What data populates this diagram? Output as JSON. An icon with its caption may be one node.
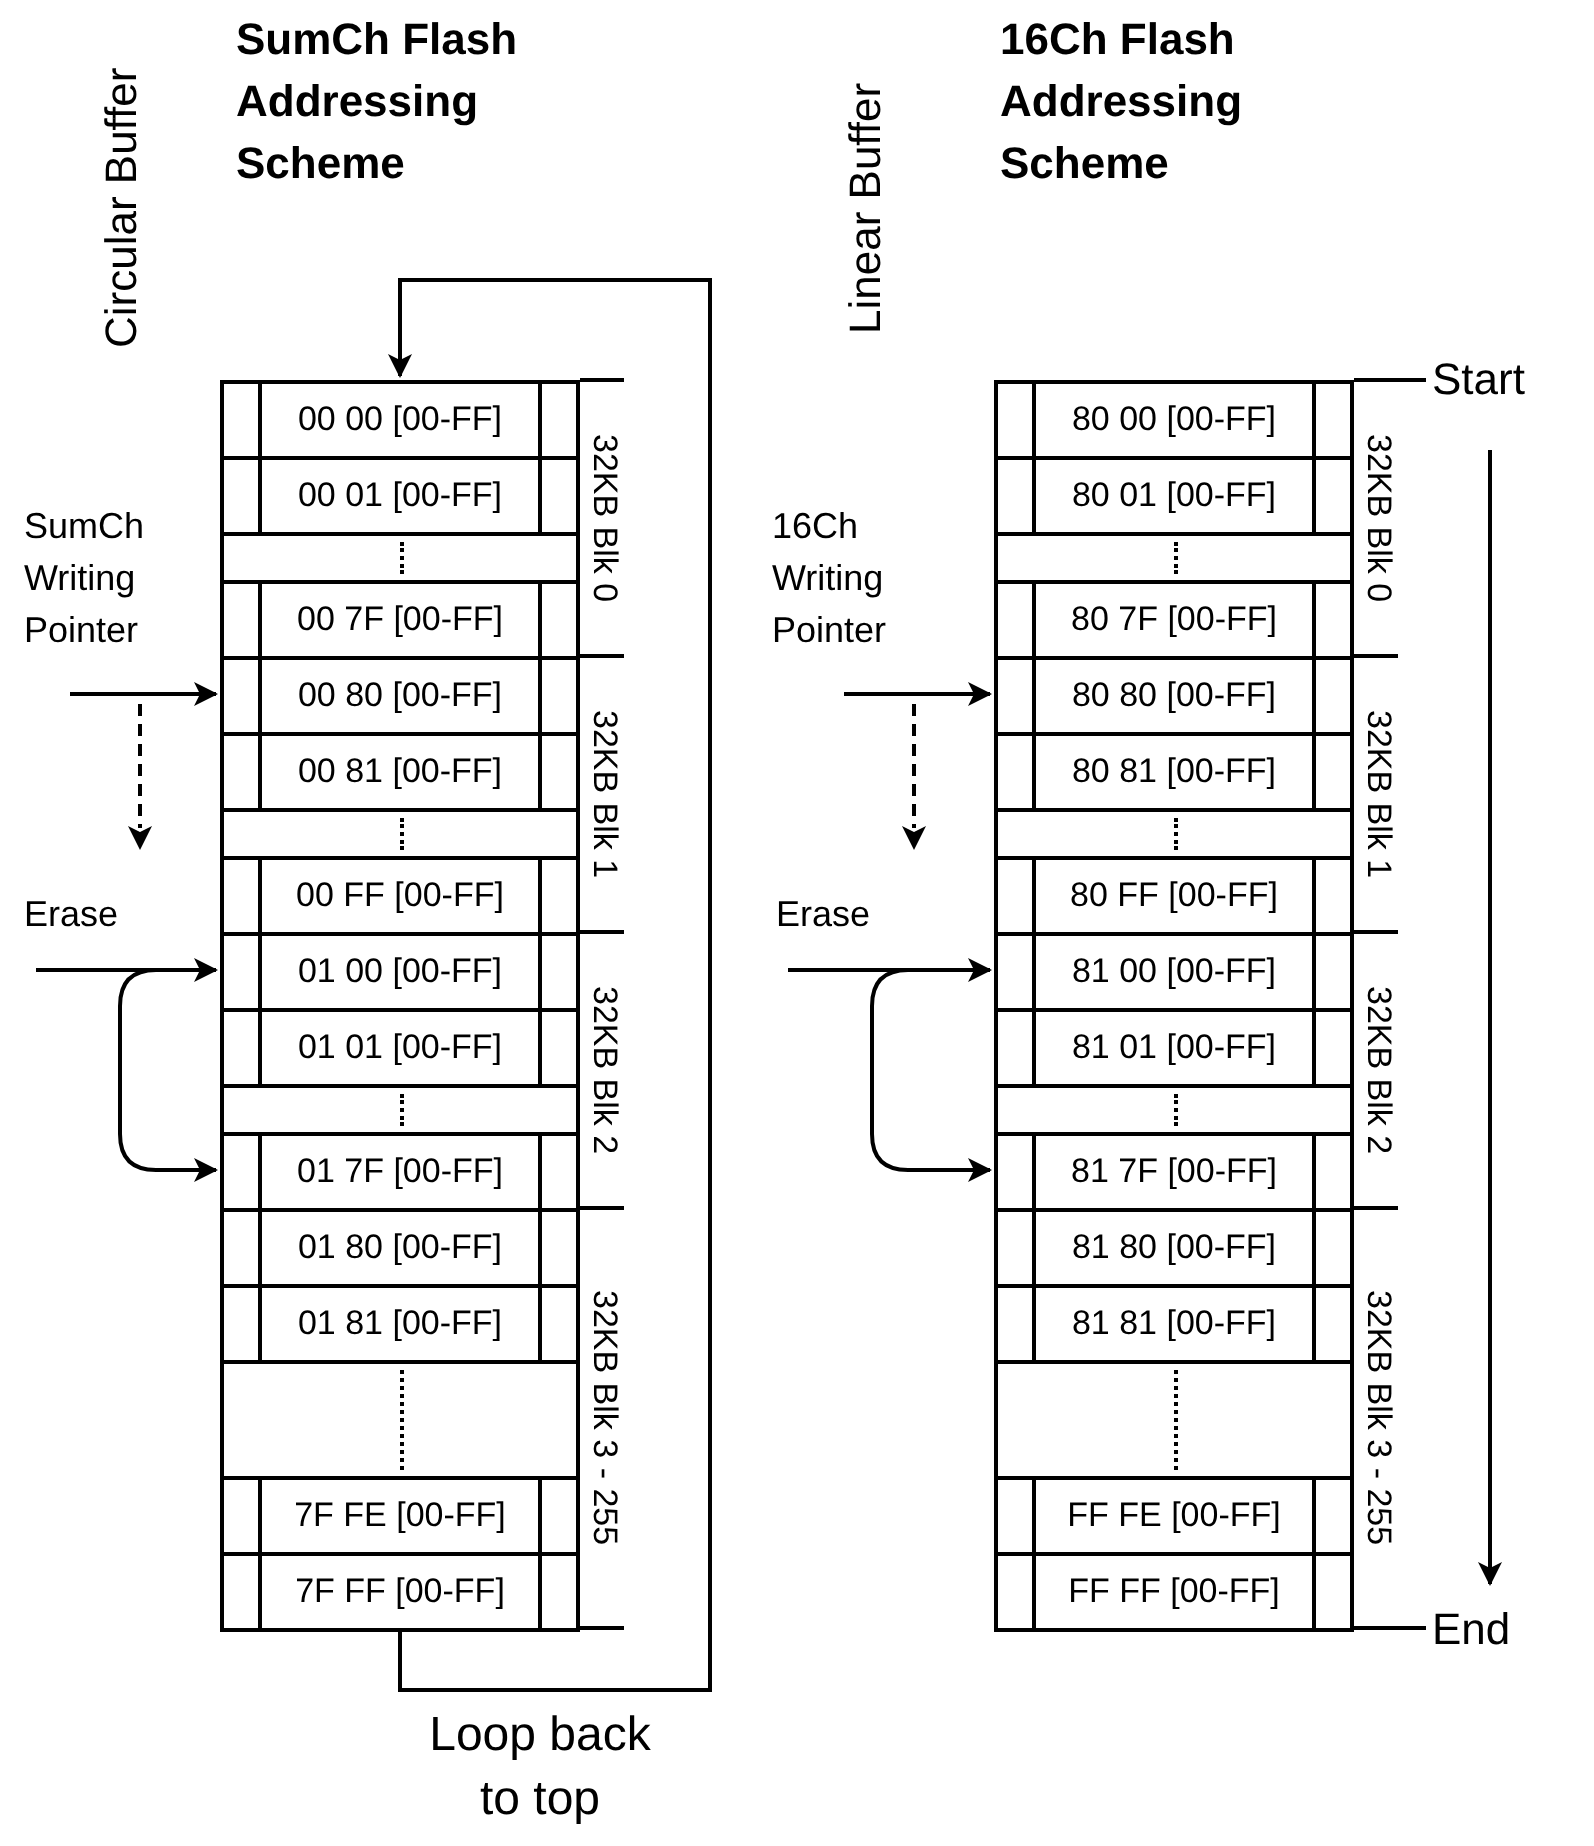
{
  "diagram": {
    "nodes": [
      {
        "text": [
          "SumCh Writing Pointer"
        ]
      },
      {
        "text": [
          "Erase"
        ]
      },
      {
        "text": [
          "00 00 [00-FF]"
        ]
      },
      {
        "text": [
          "00 01 [00-FF]"
        ]
      },
      {
        "text": [],
        "shape": "box"
      },
      {
        "text": [
          "00 7F [00-FF]"
        ]
      },
      {
        "text": [
          "00 80 [00-FF]"
        ]
      },
      {
        "text": [
          "00 81 [00-FF]"
        ]
      },
      {
        "text": [],
        "shape": "box"
      },
      {
        "text": [
          "00 FF [00-FF]"
        ]
      },
      {
        "text": [
          "01 00 [00-FF]"
        ]
      },
      {
        "text": [
          "01 01 [00-FF]"
        ]
      },
      {
        "text": [],
        "shape": "box"
      },
      {
        "text": [
          "01 7F [00-FF]"
        ]
      },
      {
        "text": [
          "01 80 [00-FF]"
        ]
      },
      {
        "text": [
          "01 81 [00-FF]"
        ]
      },
      {
        "text": [],
        "shape": "box"
      },
      {
        "text": [
          "7F FE [00-FF]"
        ]
      },
      {
        "text": [
          "7F FF [00-FF]"
        ]
      },
      {
        "text": [
          "32KB Blk 0"
        ]
      },
      {
        "text": [
          "32KB Blk 1"
        ]
      },
      {
        "text": [
          "32KB Blk 2"
        ]
      },
      {
        "text": [
          "32KB Blk 3 - 255"
        ]
      },
      {
        "text": [
          "16Ch Writing Pointer"
        ]
      },
      {
        "text": [
          "Erase"
        ]
      },
      {
        "text": [
          "Start"
        ]
      },
      {
        "text": [
          "80 00 [00-FF]"
        ]
      },
      {
        "text": [
          "80 01 [00-FF]"
        ]
      },
      {
        "text": [],
        "shape": "box"
      },
      {
        "text": [
          "80 7F [00-FF]"
        ]
      },
      {
        "text": [
          "80 80 [00-FF]"
        ]
      },
      {
        "text": [
          "80 81 [00-FF]"
        ]
      },
      {
        "text": [],
        "shape": "box"
      },
      {
        "text": [
          "80 FF [00-FF]"
        ]
      },
      {
        "text": [
          "81 00 [00-FF]"
        ]
      },
      {
        "text": [
          "81 01 [00-FF]"
        ]
      },
      {
        "text": [],
        "shape": "box"
      },
      {
        "text": [
          "81 7F [00-FF]"
        ]
      },
      {
        "text": [
          "81 80 [00-FF]"
        ]
      },
      {
        "text": [
          "81 81 [00-FF]"
        ]
      },
      {
        "text": [],
        "shape": "box"
      },
      {
        "text": [
          "FF FE [00-FF]"
        ]
      },
      {
        "text": [
          "FF FF [00-FF]"
        ]
      },
      {
        "text": [
          "32KB Blk 0"
        ]
      },
      {
        "text": [
          "32KB Blk 1"
        ]
      },
      {
        "text": [
          "32KB Blk 2"
        ]
      },
      {
        "text": [
          "32KB Blk 3 - 255"
        ]
      },
      {
        "text": [
          "End"
        ]
      }
    ],
    "edges": [
      {
        "from": 18,
        "to": 2,
        "arrow": "to",
        "label": "Loop back to top"
      },
      {
        "from": null,
        "to": 6,
        "arrow": "to"
      },
      {
        "from": 1,
        "to": 10,
        "arrow": "to"
      },
      {
        "from": 1,
        "to": 13,
        "arrow": "to"
      },
      {
        "from": null,
        "to": 30,
        "arrow": "to"
      },
      {
        "from": 24,
        "to": 34,
        "arrow": "to"
      },
      {
        "from": 24,
        "to": 37,
        "arrow": "to"
      },
      {
        "from": 25,
        "to": 47,
        "arrow": "to"
      }
    ],
    "labels": [
      "Circular Buffer",
      "SumCh Flash Addressing Scheme",
      "Linear Buffer",
      "16Ch Flash Addressing Scheme"
    ]
  }
}
